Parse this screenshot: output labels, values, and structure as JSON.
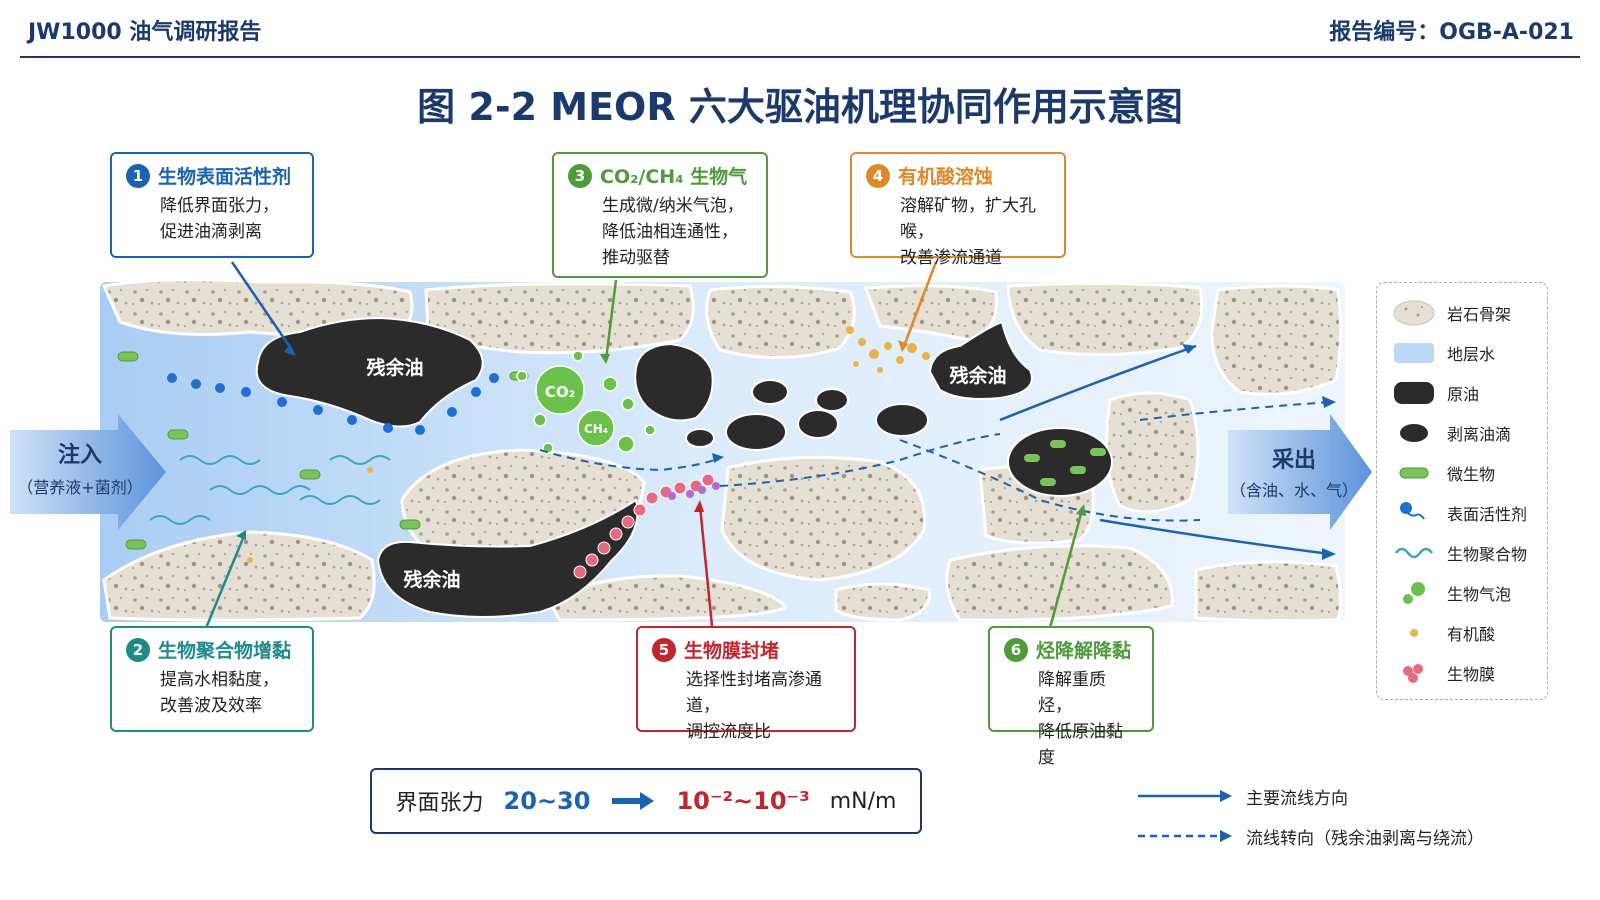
{
  "header": {
    "left": "JW1000 油气调研报告",
    "right": "报告编号：OGB-A-021"
  },
  "title": "图 2-2 MEOR 六大驱油机理协同作用示意图",
  "mechanisms": [
    {
      "num": "1",
      "title": "生物表面活性剂",
      "desc1": "降低界面张力，",
      "desc2": "促进油滴剥离",
      "desc3": "",
      "color": "#1b63b0"
    },
    {
      "num": "2",
      "title": "生物聚合物增黏",
      "desc1": "提高水相黏度，",
      "desc2": "改善波及效率",
      "desc3": "",
      "color": "#1f8a8a"
    },
    {
      "num": "3",
      "title": "CO₂/CH₄ 生物气",
      "desc1": "生成微/纳米气泡，",
      "desc2": "降低油相连通性，",
      "desc3": "推动驱替",
      "color": "#4f9a3a"
    },
    {
      "num": "4",
      "title": "有机酸溶蚀",
      "desc1": "溶解矿物，扩大孔喉，",
      "desc2": "改善渗流通道",
      "desc3": "",
      "color": "#e0892a"
    },
    {
      "num": "5",
      "title": "生物膜封堵",
      "desc1": "选择性封堵高渗通道，",
      "desc2": "调控流度比",
      "desc3": "",
      "color": "#c0262d"
    },
    {
      "num": "6",
      "title": "烃降解降黏",
      "desc1": "降解重质烃，",
      "desc2": "降低原油黏度",
      "desc3": "",
      "color": "#4f9a3a"
    }
  ],
  "scene": {
    "inject_label": "注入",
    "inject_sub": "（营养液+菌剂）",
    "produce_label": "采出",
    "produce_sub": "（含油、水、气）",
    "residual_oil": "残余油",
    "co2": "CO₂",
    "ch4": "CH₄"
  },
  "legend": {
    "items": [
      "岩石骨架",
      "地层水",
      "原油",
      "剥离油滴",
      "微生物",
      "表面活性剂",
      "生物聚合物",
      "生物气泡",
      "有机酸",
      "生物膜"
    ]
  },
  "ift": {
    "label": "界面张力",
    "from": "20~30",
    "to": "10⁻²~10⁻³",
    "unit": "mN/m"
  },
  "flow_legend": {
    "main": "主要流线方向",
    "diverted": "流线转向（残余油剥离与绕流）"
  },
  "colors": {
    "navy": "#1b3a6b",
    "blue": "#1b63b0",
    "teal": "#1f8a8a",
    "green": "#4f9a3a",
    "orange": "#e0892a",
    "red": "#c0262d",
    "oil": "#2b2b2b",
    "water": "#cfe4fa",
    "rock": "#e5ded2"
  }
}
